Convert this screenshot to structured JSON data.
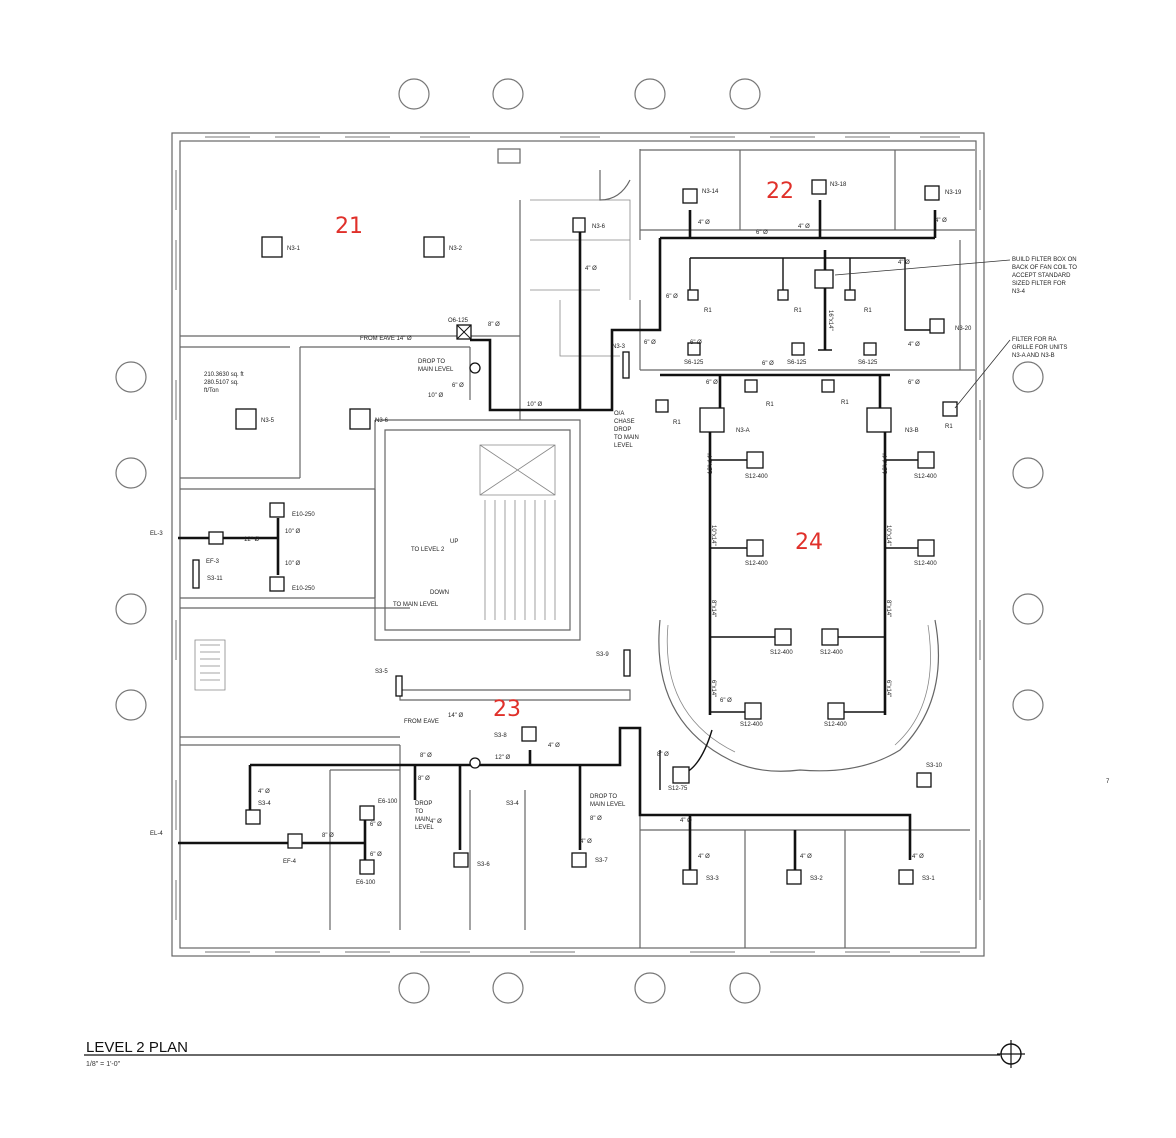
{
  "zones": {
    "z21": "21",
    "z22": "22",
    "z23": "23",
    "z24": "24"
  },
  "plan": {
    "title": "LEVEL 2 PLAN",
    "scale": "1/8\" = 1'-0\""
  },
  "units": {
    "n3_1": "N3-1",
    "n3_2": "N3-2",
    "n3_5": "N3-5",
    "n3_6a": "N3-6",
    "n3_6b": "N3-6",
    "n3_14": "N3-14",
    "n3_18": "N3-18",
    "n3_19": "N3-19",
    "n3_20": "N3-20",
    "n3_3": "N3-3",
    "n3_a": "N3-A",
    "n3_b": "N3-B",
    "s3_1": "S3-1",
    "s3_2": "S3-2",
    "s3_3": "S3-3",
    "s3_4a": "S3-4",
    "s3_4b": "S3-4",
    "s3_5": "S3-5",
    "s3_6": "S3-6",
    "s3_7": "S3-7",
    "s3_8": "S3-8",
    "s3_9": "S3-9",
    "s3_10": "S3-10",
    "s3_11": "S3-11",
    "ef3": "EF-3",
    "ef4": "EF-4",
    "el3": "EL-3",
    "el4": "EL-4",
    "r1": "R1"
  },
  "diffusers": {
    "o6_125": "O6-125",
    "s6_125a": "S6-125",
    "s6_125b": "S6-125",
    "s6_125c": "S6-125",
    "s12_400": "S12-400",
    "s12_75": "S12-75",
    "e10_250": "E10-250",
    "e6_100": "E6-100"
  },
  "sizes": {
    "d4": "4\" Ø",
    "d6": "6\" Ø",
    "d8": "8\" Ø",
    "d10": "10\" Ø",
    "d12": "12\" Ø",
    "d14": "14\" Ø",
    "d14b": "14\" Ø"
  },
  "notes": {
    "eave_top": "FROM EAVE 14\" Ø",
    "eave_bottom": "FROM EAVE",
    "drop1": "DROP TO",
    "drop2": "MAIN LEVEL",
    "drop_b1": "DROP",
    "drop_b2": "TO",
    "drop_b3": "MAIN",
    "drop_b4": "LEVEL",
    "drop_c1": "DROP TO",
    "drop_c2": "MAIN LEVEL",
    "chase1": "O/A",
    "chase2": "CHASE",
    "chase3": "DROP",
    "chase4": "TO MAIN",
    "chase5": "LEVEL",
    "area1": "210.3630 sq. ft",
    "area2": "280.5107 sq.",
    "area3": "ft/Ton",
    "up1": "UP",
    "up2": "TO LEVEL 2",
    "down1": "DOWN",
    "down2": "TO MAIN LEVEL",
    "filter1": "BUILD FILTER BOX ON",
    "filter2": "BACK OF FAN COIL TO",
    "filter3": "ACCEPT STANDARD",
    "filter4": "SIZED FILTER FOR",
    "filter5": "N3-4",
    "ra1": "FILTER FOR RA",
    "ra2": "GRILLE FOR UNITS",
    "ra3": "N3-A AND N3-B",
    "duct_a": "12\"x14\"",
    "duct_b": "10\"x14\"",
    "duct_c": "8\"x14\"",
    "duct_d": "6\"x14\"",
    "duct_e": "16\"x14\"",
    "mark": "7"
  }
}
